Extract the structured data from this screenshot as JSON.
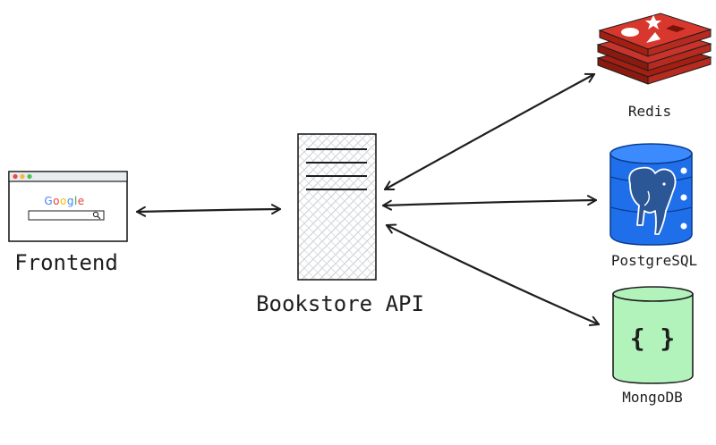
{
  "diagram": {
    "frontend": {
      "label": "Frontend",
      "search_brand": "Google",
      "brand_colors": [
        "#4285f4",
        "#ea4335",
        "#fbbc05",
        "#4285f4",
        "#34a853",
        "#ea4335"
      ],
      "window_dot_colors": [
        "#e94b4b",
        "#f5b93a",
        "#4ec24e"
      ]
    },
    "api": {
      "label": "Bookstore API"
    },
    "redis": {
      "label": "Redis",
      "color": "#c8332b"
    },
    "postgres": {
      "label": "PostgreSQL",
      "color": "#1f6feb"
    },
    "mongo": {
      "label": "MongoDB",
      "color": "#b2f2bb",
      "glyph": "{ }"
    },
    "connections": [
      {
        "from": "Frontend",
        "to": "Bookstore API",
        "direction": "both"
      },
      {
        "from": "Bookstore API",
        "to": "Redis",
        "direction": "both"
      },
      {
        "from": "Bookstore API",
        "to": "PostgreSQL",
        "direction": "both"
      },
      {
        "from": "Bookstore API",
        "to": "MongoDB",
        "direction": "both"
      }
    ]
  }
}
